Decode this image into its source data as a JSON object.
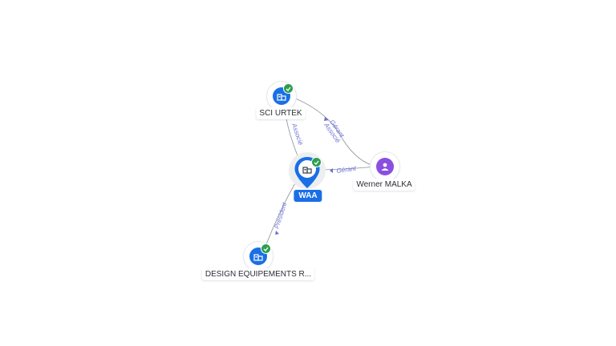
{
  "colors": {
    "company_blue": "#1a6fe6",
    "person_purple": "#8a4fe0",
    "verified_green": "#2e9e4f",
    "edge_gray": "#8a8f99",
    "edge_label": "#6b6fd6",
    "focus_halo": "#c9ced6"
  },
  "nodes": {
    "sci_urtek": {
      "label": "SCI URTEK",
      "icon": "company-icon",
      "verified": true
    },
    "waa": {
      "label": "WAA",
      "icon": "company-icon",
      "verified": true,
      "focus": true
    },
    "werner_malka": {
      "label": "Werner MALKA",
      "icon": "person-icon",
      "verified": false
    },
    "design_equipements": {
      "label": "DESIGN EQUIPEMENTS R...",
      "icon": "company-icon",
      "verified": true
    }
  },
  "edges": {
    "sci_to_waa": {
      "label": "Associé"
    },
    "sci_to_werner_1": {
      "label": "Gérant"
    },
    "sci_to_werner_2": {
      "label": "Associé"
    },
    "werner_to_waa": {
      "label": "Gérant"
    },
    "waa_to_design": {
      "label": "Président"
    }
  }
}
